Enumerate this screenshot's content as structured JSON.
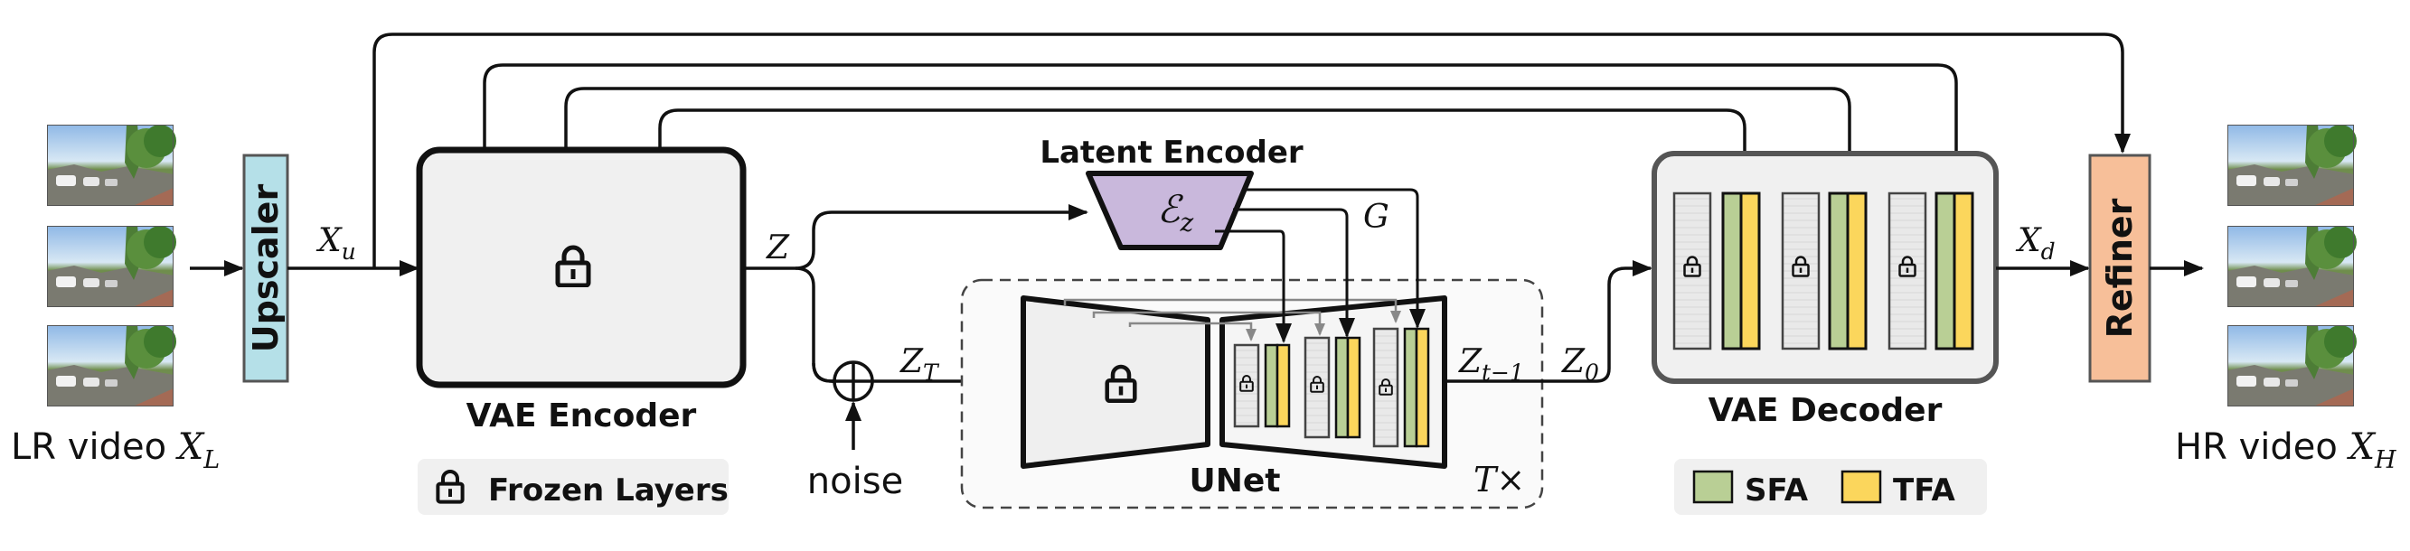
{
  "input": {
    "label": "LR video",
    "symbol": "X",
    "subscript": "L"
  },
  "output": {
    "label": "HR video",
    "symbol": "X",
    "subscript": "H"
  },
  "upscaler": {
    "label": "Upscaler",
    "color": "#b5e0e8"
  },
  "refiner": {
    "label": "Refiner",
    "color": "#f7bf99"
  },
  "vae_encoder": {
    "label": "VAE Encoder",
    "fill": "#f0f0f0"
  },
  "vae_decoder": {
    "label": "VAE Decoder",
    "fill": "#f0f0f0"
  },
  "latent_encoder": {
    "label": "Latent Encoder",
    "symbol": "ℰ",
    "subscript": "z",
    "color": "#c9b8dc"
  },
  "unet": {
    "label": "UNet",
    "repeat_symbol": "T",
    "repeat_suffix": "×"
  },
  "noise": {
    "label": "noise"
  },
  "signals": {
    "xu": {
      "symbol": "X",
      "sub": "u"
    },
    "z": {
      "symbol": "Z",
      "sub": ""
    },
    "zT": {
      "symbol": "Z",
      "sub": "T"
    },
    "zt": {
      "symbol": "Z",
      "sub": "t"
    },
    "zt1": {
      "symbol": "Z",
      "sub": "t−1"
    },
    "z0": {
      "symbol": "Z",
      "sub": "0"
    },
    "g": {
      "symbol": "G",
      "sub": ""
    },
    "xd": {
      "symbol": "X",
      "sub": "d"
    }
  },
  "legend": {
    "frozen": "Frozen Layers",
    "sfa": "SFA",
    "tfa": "TFA",
    "sfa_color": "#b9cf95",
    "tfa_color": "#fbd65c"
  }
}
